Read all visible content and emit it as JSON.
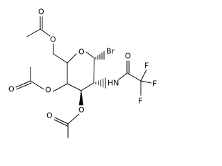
{
  "molecule": {
    "ring_oxygen": "O",
    "anomeric_substituent": "Br",
    "amide_nitrogen": "HN",
    "amide_carbonyl_oxygen": "O",
    "fluorines": [
      "F",
      "F",
      "F"
    ],
    "acetate_6": {
      "ester_oxygen": "O",
      "carbonyl_oxygen": "O"
    },
    "acetate_4": {
      "ester_oxygen": "O",
      "carbonyl_oxygen": "O"
    },
    "acetate_3": {
      "ester_oxygen": "O",
      "carbonyl_oxygen": "O"
    }
  }
}
